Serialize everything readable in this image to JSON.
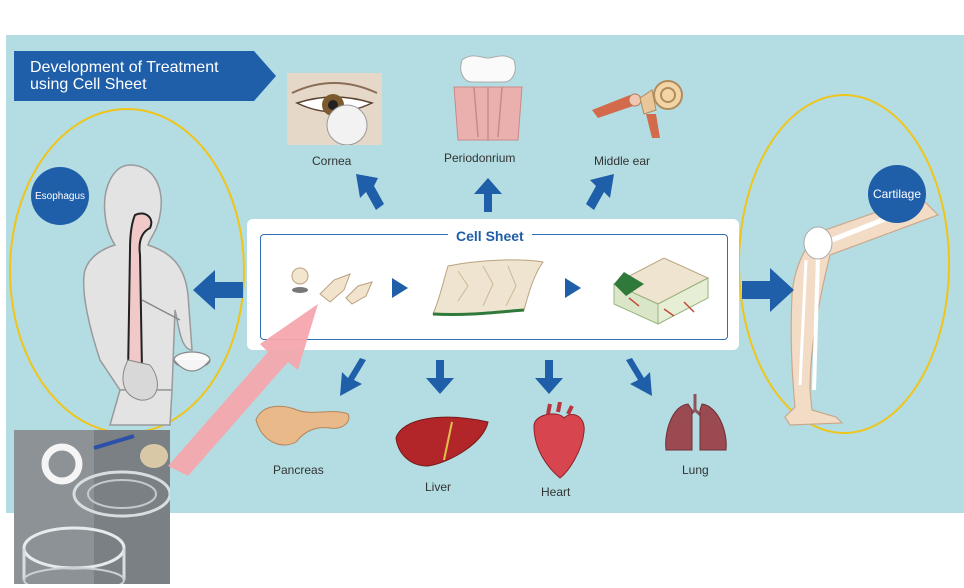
{
  "title": {
    "line1": "Development of Treatment",
    "line2": "using Cell Sheet"
  },
  "center": {
    "label": "Cell Sheet"
  },
  "badges": {
    "left": "Esophagus",
    "right": "Cartilage"
  },
  "organs": {
    "cornea": "Cornea",
    "periodonrium": "Periodonrium",
    "middle_ear": "Middle ear",
    "pancreas": "Pancreas",
    "liver": "Liver",
    "heart": "Heart",
    "lung": "Lung"
  },
  "colors": {
    "panel": "#b3dde2",
    "arrow": "#1f5ea8",
    "oval": "#f0c419",
    "pointer": "#f6a7ae"
  }
}
